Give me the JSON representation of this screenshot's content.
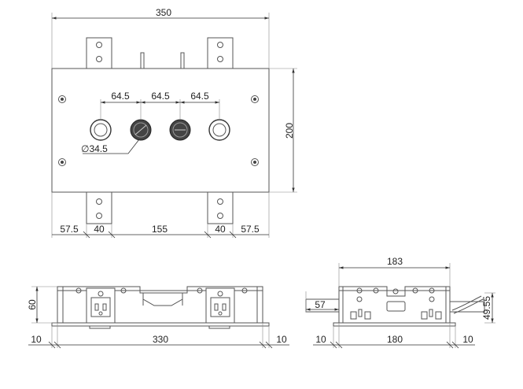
{
  "top_view": {
    "overall_width": "350",
    "height": "200",
    "spacing_1": "64.5",
    "spacing_2": "64.5",
    "spacing_3": "64.5",
    "hole_diameter": "∅34.5",
    "bottom_dims": [
      "57.5",
      "40",
      "155",
      "40",
      "57.5"
    ]
  },
  "front_view": {
    "height": "60",
    "left_offset": "10",
    "width": "330",
    "right_offset": "10"
  },
  "side_view": {
    "top_width": "183",
    "left_offset": "57",
    "right_height": "49.55",
    "bottom_left": "10",
    "bottom_width": "180",
    "bottom_right": "10"
  }
}
